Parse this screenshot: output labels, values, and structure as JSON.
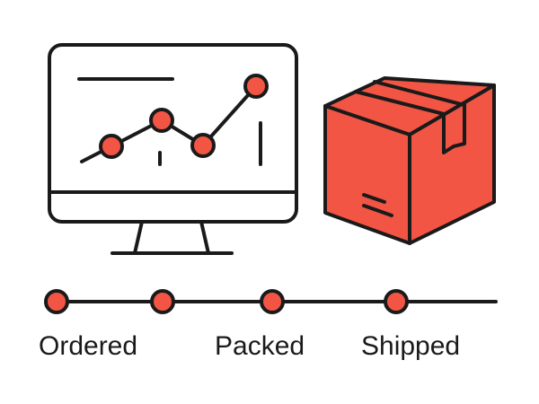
{
  "colors": {
    "accent": "#f25544",
    "stroke": "#1a1a1a",
    "background": "#ffffff"
  },
  "illustration": {
    "monitor_icon": "monitor-with-line-chart-icon",
    "package_icon": "cardboard-box-icon"
  },
  "timeline": {
    "steps": [
      {
        "label": "Ordered"
      },
      {
        "label": "Packed"
      },
      {
        "label": "Shipped"
      }
    ]
  }
}
